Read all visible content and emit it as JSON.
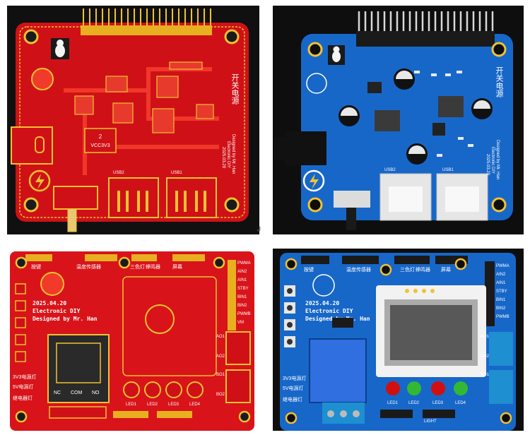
{
  "caption_mark": "↲",
  "panels": {
    "red_power": {
      "side_text": "开关电源",
      "ic_label": "VCC3V3",
      "usb_labels": [
        "USB2",
        "USB1"
      ],
      "date_vertical": "2025.03.29",
      "credit_vertical_1": "Electronic DIY",
      "credit_vertical_2": "Designed by Mr. Han"
    },
    "blue_power": {
      "side_text": "开关电源",
      "usb_labels": [
        "USB2",
        "USB1"
      ],
      "date_vertical": "2025.03.29",
      "credit_vertical_1": "Electronic DIY",
      "credit_vertical_2": "Designed by Mr. Han"
    },
    "red_control": {
      "top_labels": [
        "按键",
        "温度传感器",
        "三色灯",
        "蜂鸣器",
        "屏幕"
      ],
      "right_pins": [
        "PWMA",
        "AIN2",
        "AIN1",
        "STBY",
        "BIN1",
        "BIN2",
        "PWMB",
        "VM"
      ],
      "date": "2025.04.20",
      "credit_1": "Electronic DIY",
      "credit_2": "Designed by Mr. Han",
      "left_labels": [
        "3V3电源灯",
        "5V电源灯",
        "继电器灯"
      ],
      "relay_pins": [
        "NC",
        "COM",
        "NO"
      ],
      "motor_labels": [
        "AO1",
        "AO2",
        "BO1",
        "BO2"
      ],
      "led_labels": [
        "LED1",
        "LED2",
        "LED3",
        "LED4"
      ]
    },
    "blue_control": {
      "top_labels": [
        "按键",
        "温度传感器",
        "三色灯",
        "蜂鸣器",
        "屏幕"
      ],
      "right_pins": [
        "PWMA",
        "AIN2",
        "AIN1",
        "STBY",
        "BIN1",
        "BIN2",
        "PWMB"
      ],
      "date": "2025.04.20",
      "credit_1": "Electronic DIY",
      "credit_2": "Designed by Mr. Han",
      "left_labels": [
        "3V3电源灯",
        "5V电源灯",
        "继电器灯"
      ],
      "motor_labels": [
        "AO1",
        "AO2",
        "BO1"
      ],
      "led_labels": [
        "LED1",
        "LED2",
        "LED3",
        "LED4"
      ],
      "bottom_label": "LIGHT"
    }
  },
  "colors": {
    "red_board": "#d8141a",
    "red_copper": "#f23a2a",
    "gold": "#f1c232",
    "blue_board": "#1767c8",
    "blue_dark": "#0d3f8c",
    "frame_dark": "#0e0e0e",
    "silk": "#ffffff"
  }
}
